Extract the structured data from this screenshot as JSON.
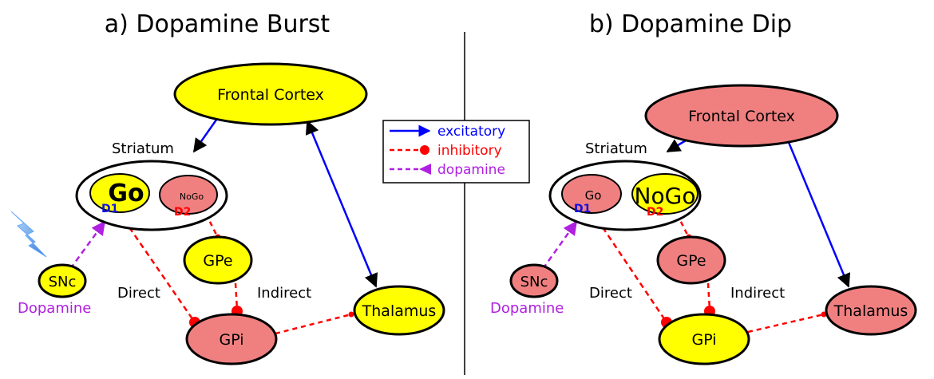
{
  "colors": {
    "active_fill": "#ffff00",
    "inactive_fill": "#f08080",
    "excitatory": "#0000ff",
    "inhibitory": "#ff0000",
    "dopamine": "#b020e0",
    "d1_label": "#1010e0",
    "d2_label": "#ff0000"
  },
  "panels": [
    {
      "title": "a) Dopamine Burst",
      "frontal_cortex": "Frontal Cortex",
      "striatum_label": "Striatum",
      "go": "Go",
      "nogo": "NoGo",
      "d1": "D1",
      "d2": "D2",
      "gpe": "GPe",
      "gpi": "GPi",
      "snc": "SNc",
      "thalamus": "Thalamus",
      "direct": "Direct",
      "indirect": "Indirect",
      "dopamine": "Dopamine",
      "active_nodes": [
        "frontal_cortex",
        "go",
        "gpe",
        "snc",
        "thalamus"
      ]
    },
    {
      "title": "b) Dopamine Dip",
      "frontal_cortex": "Frontal Cortex",
      "striatum_label": "Striatum",
      "go": "Go",
      "nogo": "NoGo",
      "d1": "D1",
      "d2": "D2",
      "gpe": "GPe",
      "gpi": "GPi",
      "snc": "SNc",
      "thalamus": "Thalamus",
      "direct": "Direct",
      "indirect": "Indirect",
      "dopamine": "Dopamine",
      "active_nodes": [
        "nogo",
        "gpi"
      ]
    }
  ],
  "legend": {
    "excitatory": "excitatory",
    "inhibitory": "inhibitory",
    "dopamine": "dopamine"
  }
}
